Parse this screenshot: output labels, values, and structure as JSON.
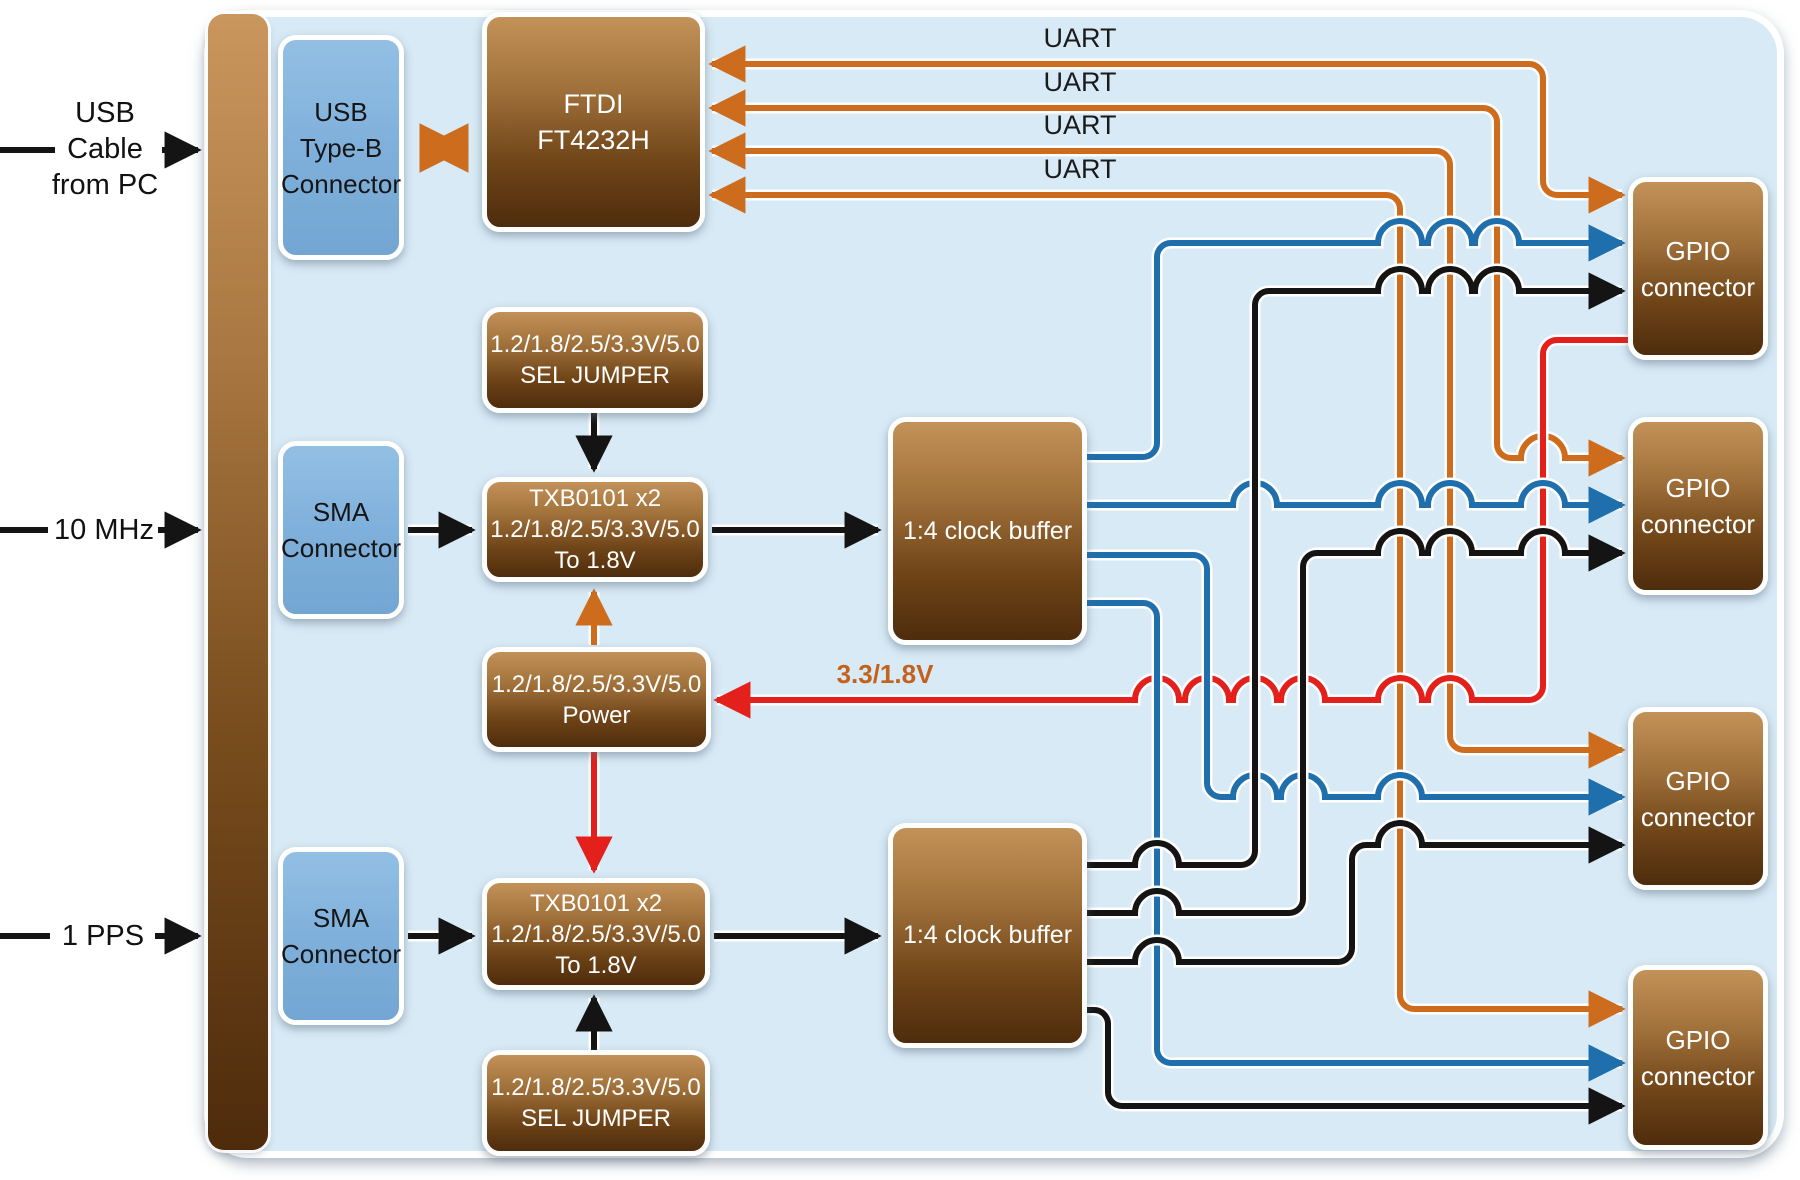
{
  "colors": {
    "panel_bg": "#D8EAF6",
    "board_bar_top": "#C9965E",
    "board_bar_bottom": "#4E2B0C",
    "box_brown_top": "#C39259",
    "box_brown_bottom": "#4E2C0C",
    "box_blue_top": "#93BFE4",
    "box_blue_bottom": "#73A6D2",
    "wire_orange": "#CE6C1E",
    "wire_blue": "#1F6FAD",
    "wire_black": "#141414",
    "wire_red": "#E3201B",
    "rail_label_color": "#C2621C"
  },
  "left_labels": {
    "usb_cable": [
      "USB",
      "Cable",
      "from PC"
    ],
    "clock_input": "10 MHz",
    "pps_input": "1 PPS"
  },
  "boxes": {
    "usb_connector": [
      "USB",
      "Type-B",
      "Connector"
    ],
    "ftdi": [
      "FTDI",
      "FT4232H"
    ],
    "sel_jumper_top": [
      "1.2/1.8/2.5/3.3V/5.0",
      "SEL JUMPER"
    ],
    "sma_top": [
      "SMA",
      "Connector"
    ],
    "txb_top": [
      "TXB0101 x2",
      "1.2/1.8/2.5/3.3V/5.0",
      "To 1.8V"
    ],
    "power": [
      "1.2/1.8/2.5/3.3V/5.0",
      "Power"
    ],
    "clock_buffer_top": "1:4 clock buffer",
    "clock_buffer_bottom": "1:4 clock buffer",
    "sma_bottom": [
      "SMA",
      "Connector"
    ],
    "txb_bottom": [
      "TXB0101 x2",
      "1.2/1.8/2.5/3.3V/5.0",
      "To 1.8V"
    ],
    "sel_jumper_bottom": [
      "1.2/1.8/2.5/3.3V/5.0",
      "SEL JUMPER"
    ],
    "gpio_connectors": [
      [
        "GPIO",
        "connector"
      ],
      [
        "GPIO",
        "connector"
      ],
      [
        "GPIO",
        "connector"
      ],
      [
        "GPIO",
        "connector"
      ]
    ]
  },
  "wire_labels": {
    "uart": [
      "UART",
      "UART",
      "UART",
      "UART"
    ],
    "power_rail": "3.3/1.8V"
  }
}
